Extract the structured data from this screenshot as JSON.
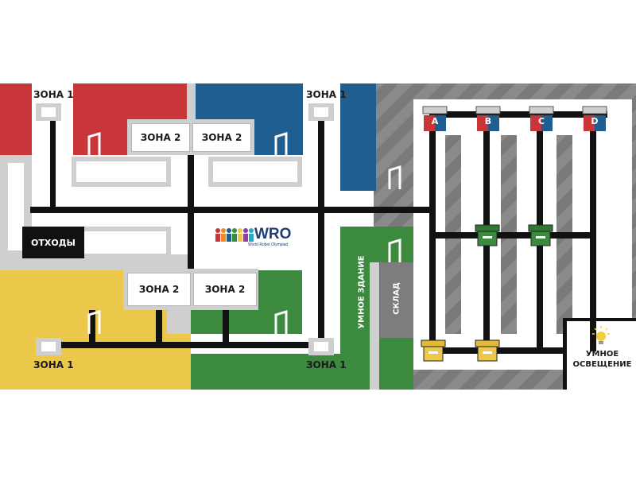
{
  "colors": {
    "red": "#c8363a",
    "blue": "#1f5e8e",
    "yellow": "#ecc84a",
    "green": "#3b8a3e",
    "gray_dark": "#7d7d7d",
    "gray_light": "#cfcfcf",
    "black": "#111111"
  },
  "labels": {
    "zone1_tl": "ЗОНА 1",
    "zone1_tr": "ЗОНА 1",
    "zone1_bl": "ЗОНА 1",
    "zone1_br": "ЗОНА 1",
    "zone2_top_left": "ЗОНА 2",
    "zone2_top_right": "ЗОНА 2",
    "zone2_bottom_left": "ЗОНА 2",
    "zone2_bottom_right": "ЗОНА 2",
    "waste": "ОТХОДЫ",
    "smart_building": "УМНОЕ ЗДАНИЕ",
    "warehouse": "СКЛАД",
    "smart_lighting_line1": "УМНОЕ",
    "smart_lighting_line2": "ОСВЕЩЕНИЕ"
  },
  "logo": {
    "text": "WRO",
    "subtitle": "World Robot Olympiad",
    "icon": "people-chain-icon"
  },
  "stations": [
    "A",
    "B",
    "C",
    "D"
  ],
  "icons": {
    "door": "door-icon",
    "box": "box-icon",
    "bulb": "light-bulb-icon"
  }
}
